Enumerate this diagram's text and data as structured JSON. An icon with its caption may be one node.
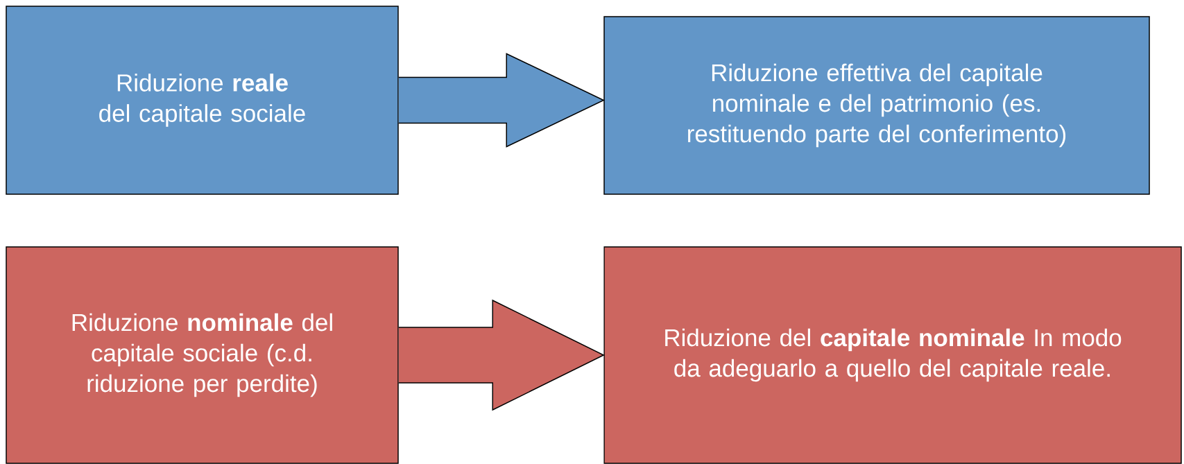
{
  "diagram": {
    "nodes": [
      {
        "text": [
          "Riduzione **reale** del capitale sociale"
        ]
      },
      {
        "text": [
          "Riduzione effettiva del capitale nominale e del patrimonio (es. restituendo parte del conferimento)"
        ]
      },
      {
        "text": [
          "Riduzione **nominale** del capitale sociale (c.d. riduzione per perdite)"
        ]
      },
      {
        "text": [
          "Riduzione del **capitale nominale** In modo da adeguarlo a quello del capitale reale."
        ]
      }
    ],
    "edges": [
      {
        "from": 0,
        "to": 1,
        "arrow": "to"
      },
      {
        "from": 2,
        "to": 3,
        "arrow": "to"
      }
    ]
  }
}
